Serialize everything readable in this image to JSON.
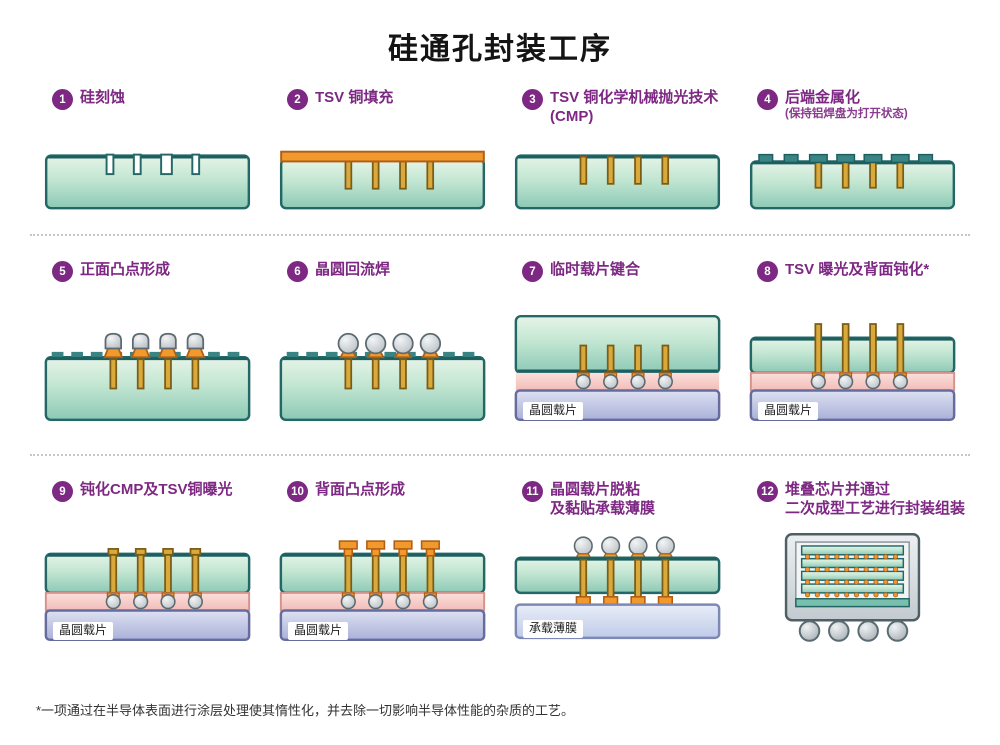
{
  "page": {
    "title": "硅通孔封装工序",
    "footnote": "*一项通过在半导体表面进行涂层处理使其惰性化，并去除一切影响半导体性能的杂质的工艺。"
  },
  "colors": {
    "accent_purple": "#7d2882",
    "wafer_teal": "#9ed2bf",
    "outline_teal": "#236867",
    "copper_orange": "#f2992e",
    "via_gold": "#d9a93c",
    "adhesive_pink": "#f8cdc9",
    "carrier_lavender": "#bcc2e2",
    "film_blue": "#cdd8ef",
    "bump_grey": "#ccd1d4"
  },
  "steps": [
    {
      "number": "1",
      "title": "硅刻蚀",
      "title2": "",
      "note": "",
      "label": ""
    },
    {
      "number": "2",
      "title": "TSV 铜填充",
      "title2": "",
      "note": "",
      "label": ""
    },
    {
      "number": "3",
      "title": "TSV 铜化学机械抛光技术",
      "title2": "(CMP)",
      "note": "",
      "label": ""
    },
    {
      "number": "4",
      "title": "后端金属化",
      "title2": "",
      "note": "(保持铝焊盘为打开状态)",
      "label": ""
    },
    {
      "number": "5",
      "title": "正面凸点形成",
      "title2": "",
      "note": "",
      "label": ""
    },
    {
      "number": "6",
      "title": "晶圆回流焊",
      "title2": "",
      "note": "",
      "label": ""
    },
    {
      "number": "7",
      "title": "临时载片键合",
      "title2": "",
      "note": "",
      "label": "晶圆载片"
    },
    {
      "number": "8",
      "title": "TSV 曝光及背面钝化*",
      "title2": "",
      "note": "",
      "label": "晶圆载片"
    },
    {
      "number": "9",
      "title": "钝化CMP及TSV铜曝光",
      "title2": "",
      "note": "",
      "label": "晶圆载片"
    },
    {
      "number": "10",
      "title": "背面凸点形成",
      "title2": "",
      "note": "",
      "label": "晶圆载片"
    },
    {
      "number": "11",
      "title": "晶圆载片脱粘",
      "title2": "及黏贴承载薄膜",
      "note": "",
      "label": "承载薄膜"
    },
    {
      "number": "12",
      "title": "堆叠芯片并通过",
      "title2": "二次成型工艺进行封装组装",
      "note": "",
      "label": ""
    }
  ]
}
